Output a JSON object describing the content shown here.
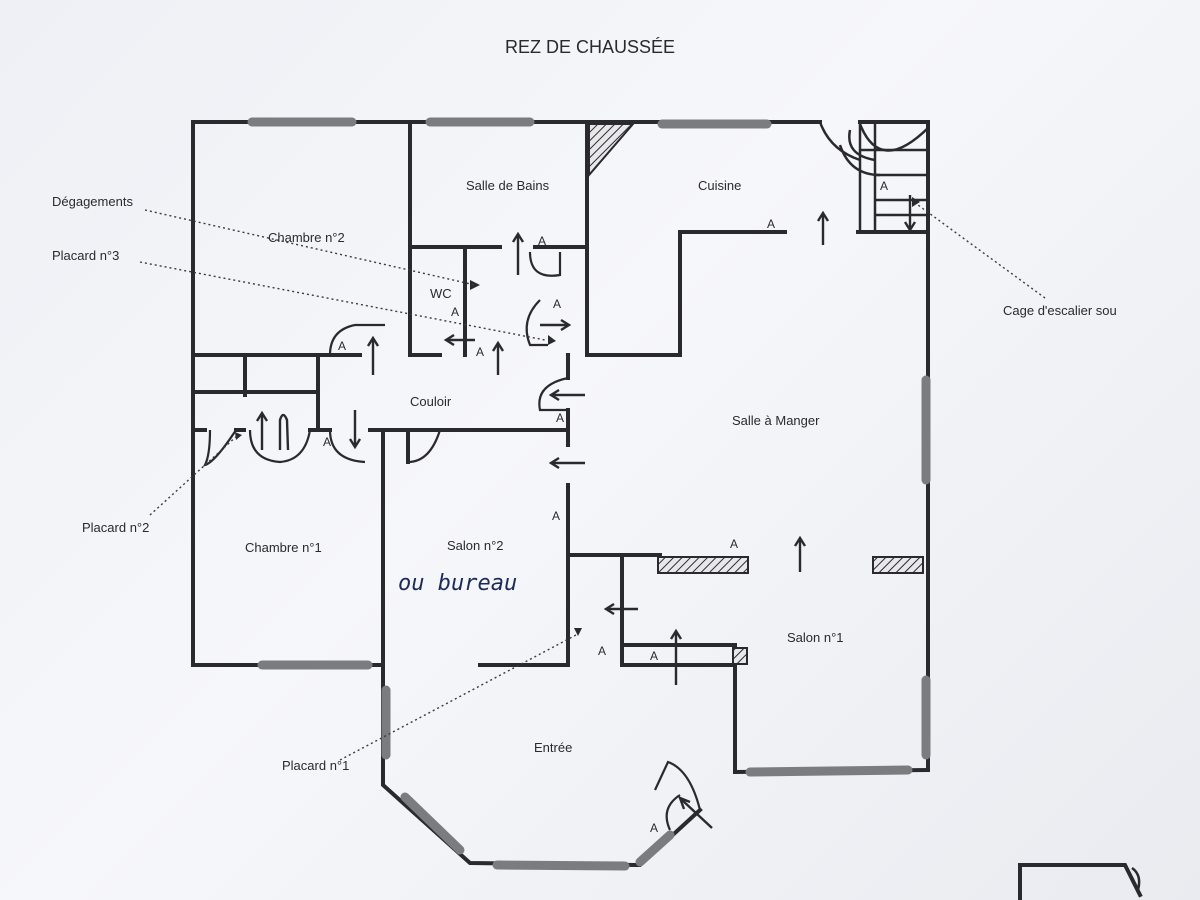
{
  "title": "REZ DE CHAUSSÉE",
  "rooms": {
    "salle_de_bains": "Salle de Bains",
    "cuisine": "Cuisine",
    "chambre_2": "Chambre n°2",
    "wc": "WC",
    "couloir": "Couloir",
    "salle_a_manger": "Salle à Manger",
    "chambre_1": "Chambre n°1",
    "salon_2": "Salon n°2",
    "salon_1": "Salon n°1",
    "entree": "Entrée"
  },
  "handwritten_note": "ou bureau",
  "callouts": {
    "degagements": "Dégagements",
    "placard_3": "Placard n°3",
    "placard_2": "Placard n°2",
    "placard_1": "Placard n°1",
    "cage_escalier": "Cage d'escalier sou"
  },
  "mark": "A",
  "colors": {
    "wall": "#2a2a2e",
    "window": "#7a7c80",
    "ink": "#1c2a5a"
  }
}
